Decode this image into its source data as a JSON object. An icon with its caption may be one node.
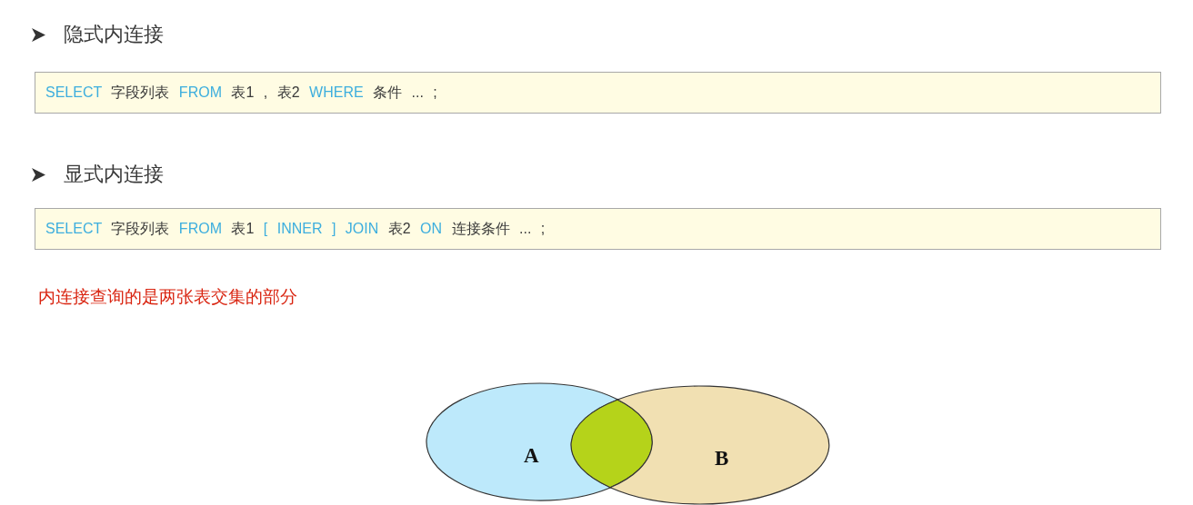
{
  "diagram": {
    "nodes": [
      {
        "text": [
          "SELECT 字段列表 FROM 表1 , 表2 WHERE 条件 ... ;"
        ]
      },
      {
        "text": [
          "SELECT 字段列表 FROM 表1 [ INNER ] JOIN 表2 ON 连接条件 ... ;"
        ]
      },
      {
        "text": [
          "A"
        ]
      },
      {
        "text": [],
        "shape": "lens"
      },
      {
        "text": [
          "B"
        ]
      }
    ],
    "labels": [
      "隐式内连接",
      "显式内连接",
      "内连接查询的是两张表交集的部分"
    ]
  }
}
